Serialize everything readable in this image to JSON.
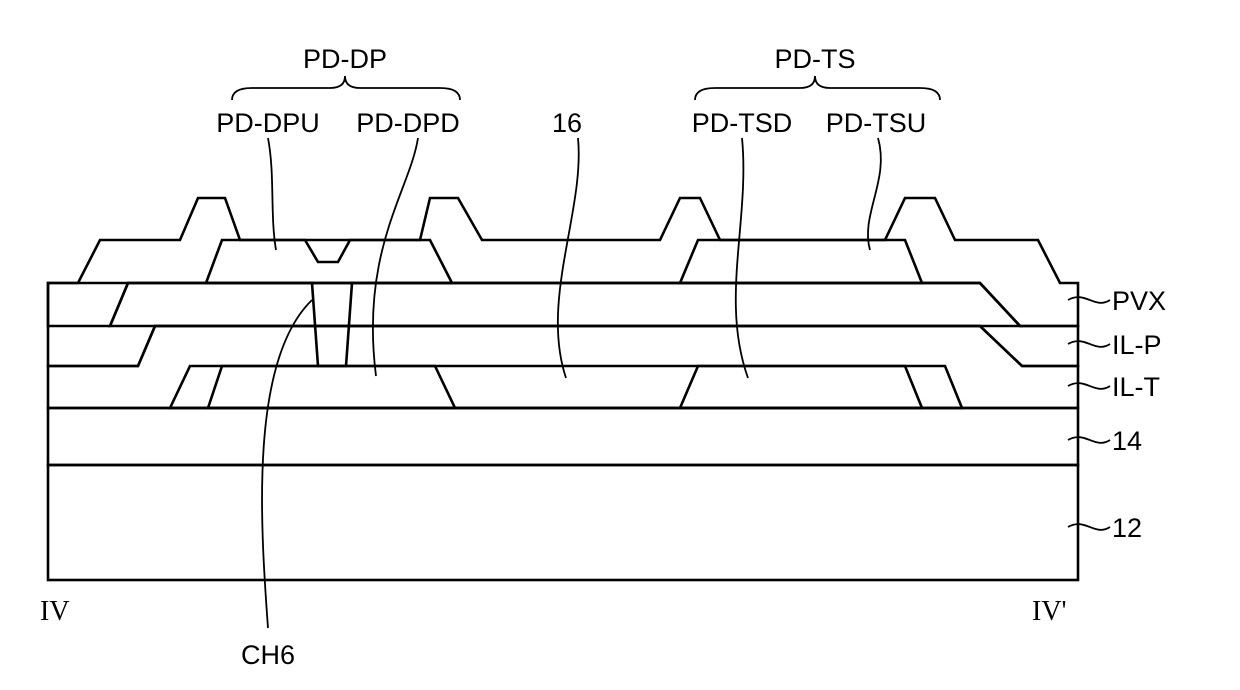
{
  "figure": {
    "labels": {
      "pd_dp": "PD-DP",
      "pd_ts": "PD-TS",
      "pd_dpu": "PD-DPU",
      "pd_dpd": "PD-DPD",
      "ref_16": "16",
      "pd_tsd": "PD-TSD",
      "pd_tsu": "PD-TSU",
      "pvx": "PVX",
      "il_p": "IL-P",
      "il_t": "IL-T",
      "ref_14": "14",
      "ref_12": "12",
      "ch6": "CH6",
      "section_start": "IV",
      "section_end": "IV'"
    },
    "colors": {
      "background": "#ffffff",
      "outline": "#000000",
      "hatch": "#000000",
      "semiconductor_grey": "#bdbdbd",
      "pad_dark": "#9a9a9a"
    }
  }
}
